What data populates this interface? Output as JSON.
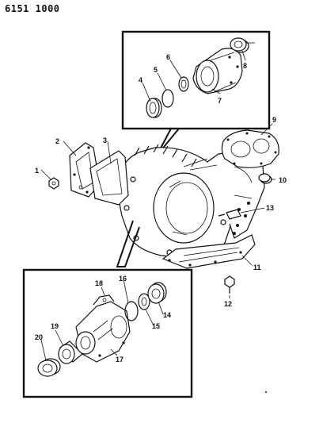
{
  "diagram_id": "6151 1000",
  "callouts": [
    "1",
    "2",
    "3",
    "4",
    "5",
    "6",
    "7",
    "8",
    "9",
    "10",
    "11",
    "12",
    "13",
    "14",
    "15",
    "16",
    "17",
    "18",
    "19",
    "20"
  ]
}
